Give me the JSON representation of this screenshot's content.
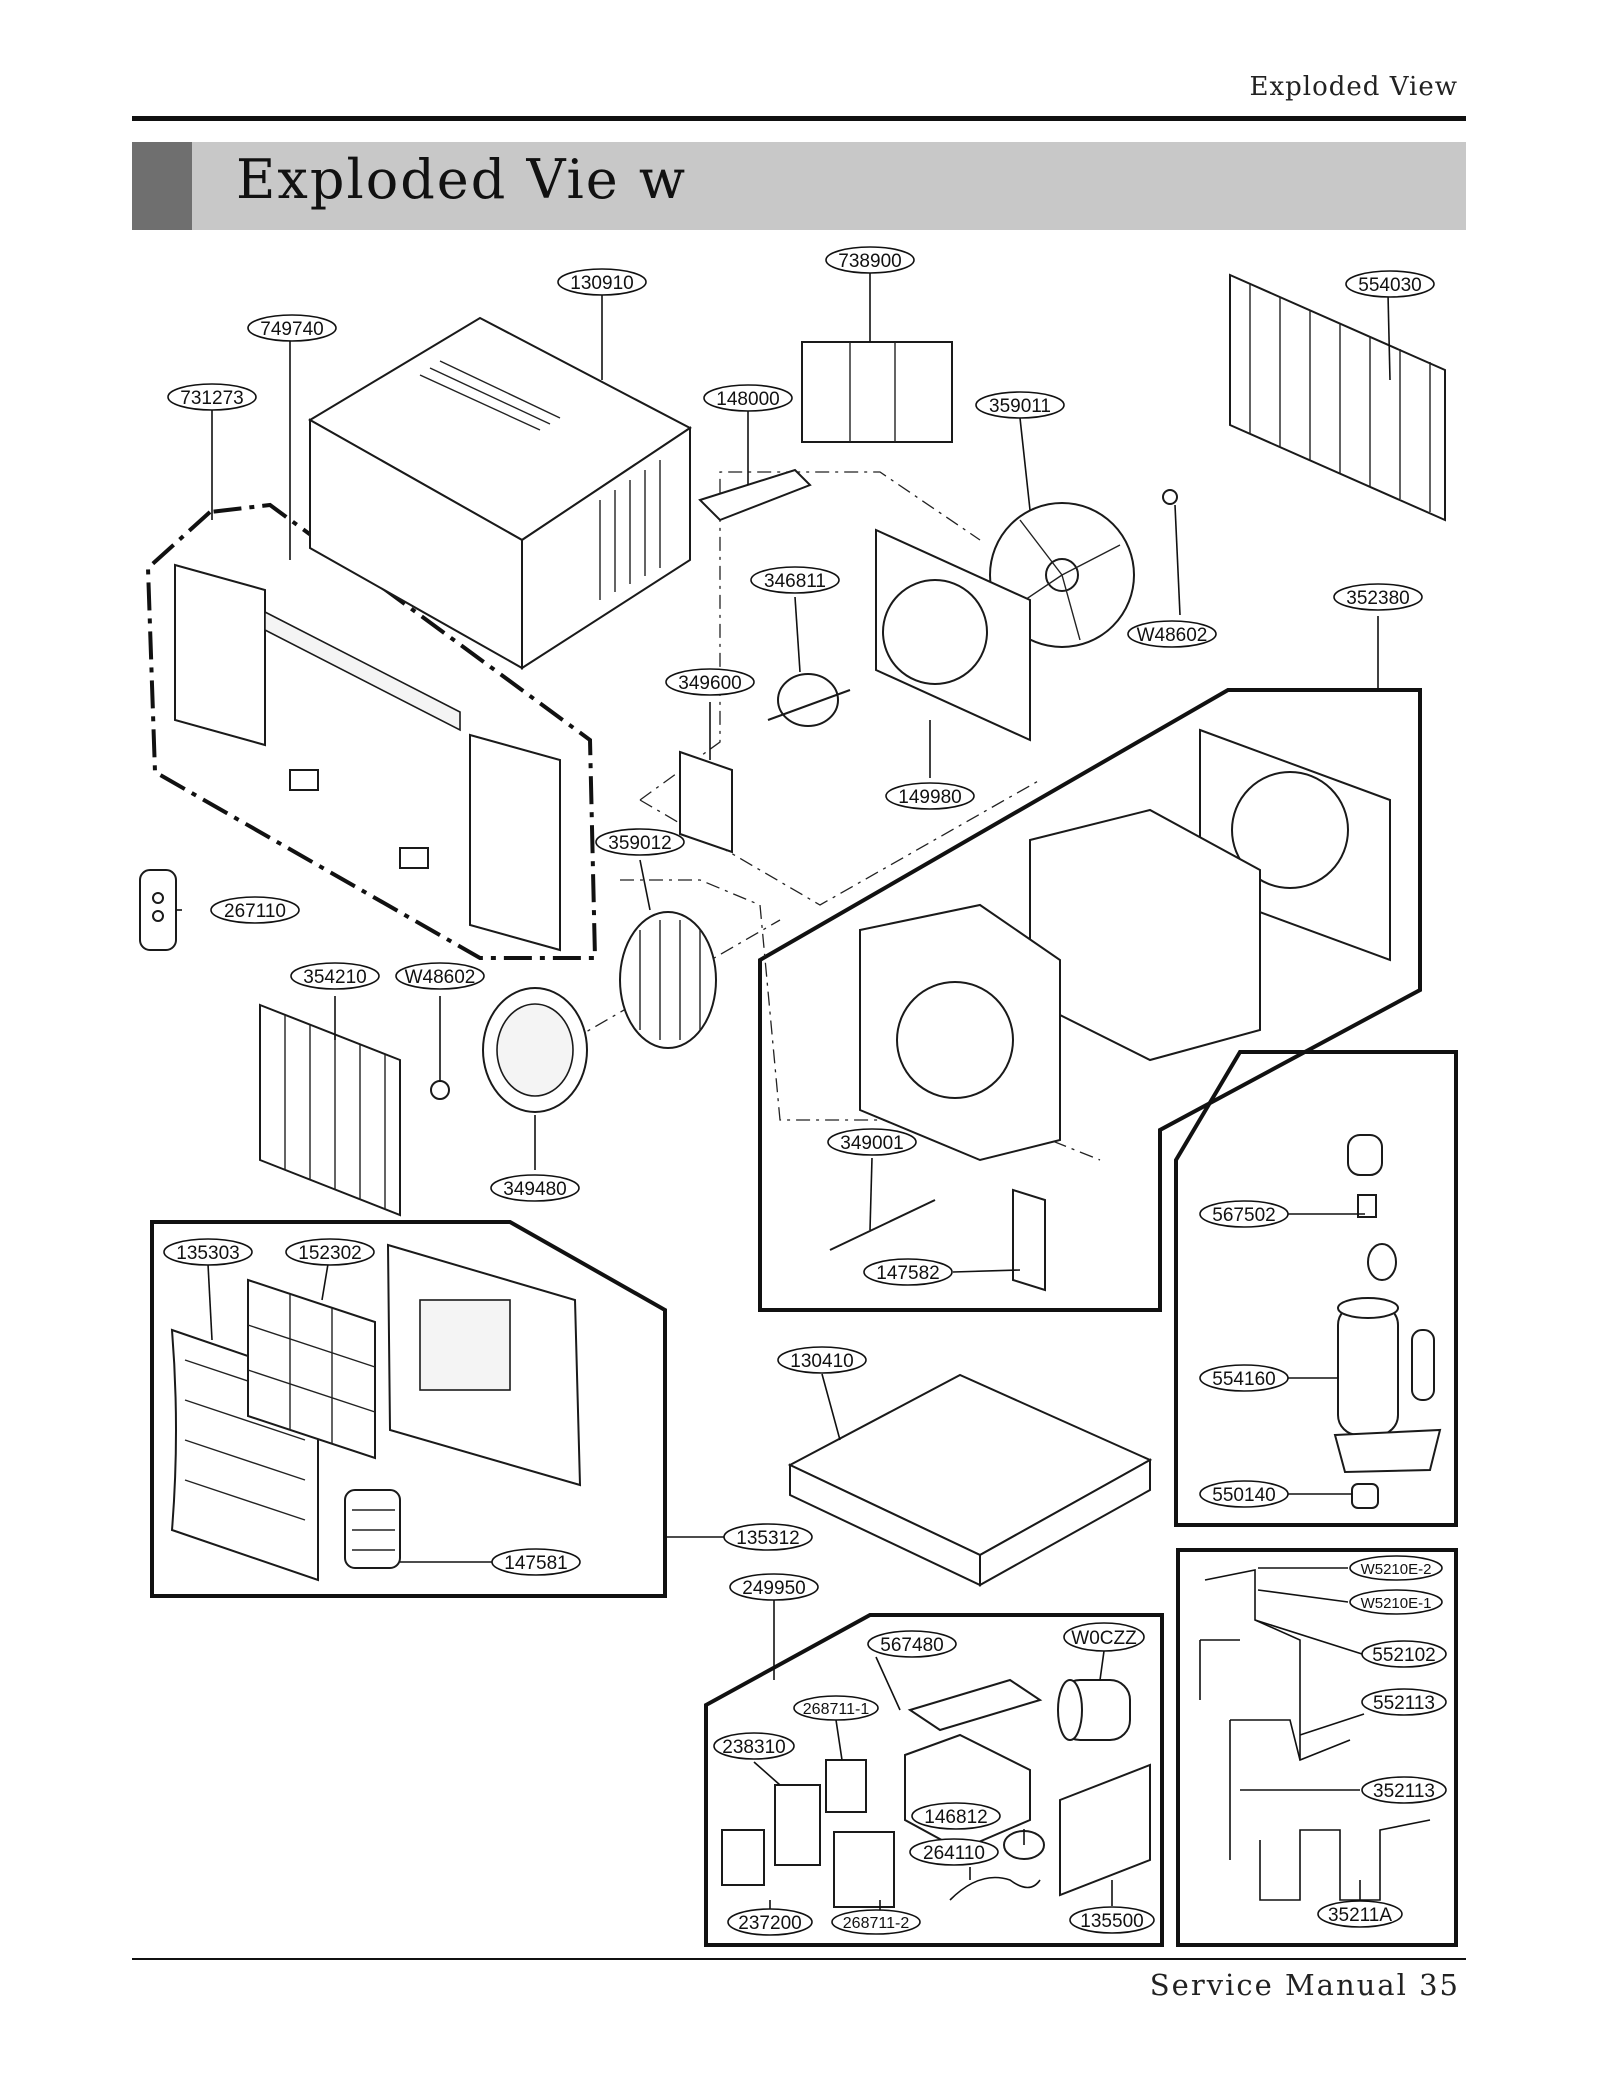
{
  "header": {
    "label": "Exploded View"
  },
  "title": "Exploded Vie w",
  "footer": {
    "label": "Service Manual 35"
  },
  "callouts": {
    "c130910": "130910",
    "c738900": "738900",
    "c554030": "554030",
    "c749740": "749740",
    "c731273": "731273",
    "c148000": "148000",
    "c359011": "359011",
    "c346811": "346811",
    "c352380": "352380",
    "cW48602a": "W48602",
    "c349600": "349600",
    "c149980": "149980",
    "c359012": "359012",
    "c267110": "267110",
    "c354210": "354210",
    "cW48602b": "W48602",
    "c349480": "349480",
    "c349001": "349001",
    "c567502": "567502",
    "c147582": "147582",
    "c135303": "135303",
    "c152302": "152302",
    "c130410": "130410",
    "c554160": "554160",
    "c550140": "550140",
    "c135312": "135312",
    "c147581": "147581",
    "c249950": "249950",
    "cW5210E2": "W5210E-2",
    "cW5210E1": "W5210E-1",
    "c567480": "567480",
    "cW0CZZ": "W0CZZ",
    "c552102": "552102",
    "c268711_1": "268711-1",
    "c552113": "552113",
    "c238310": "238310",
    "c146812": "146812",
    "c352113": "352113",
    "c264110": "264110",
    "c237200": "237200",
    "c268711_2": "268711-2",
    "c135500": "135500",
    "c35211A": "35211A"
  }
}
